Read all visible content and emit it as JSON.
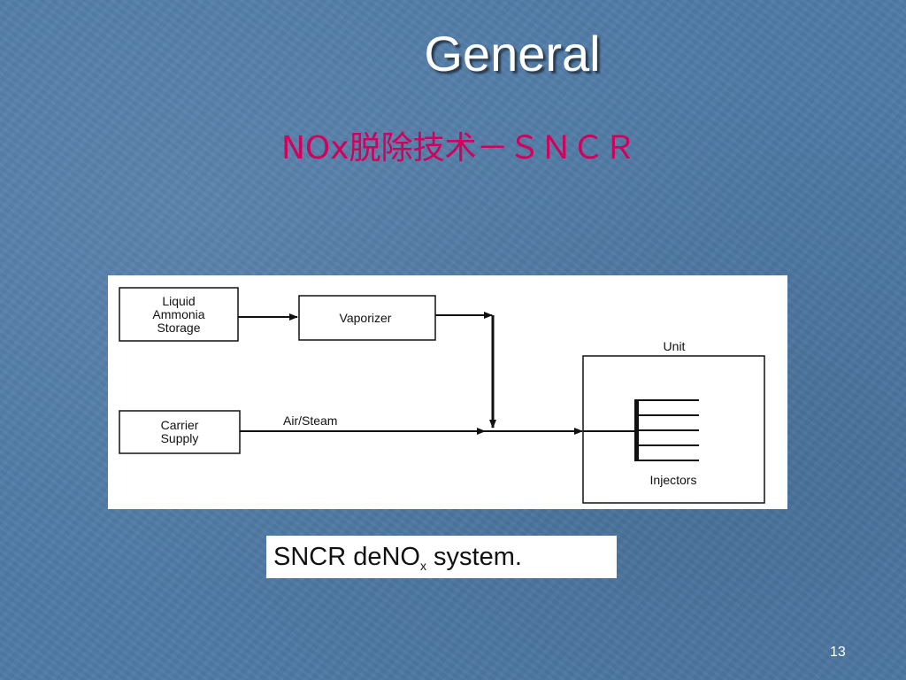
{
  "slide": {
    "title": "General",
    "subtitle": "NOx脱除技术－ＳＮＣＲ",
    "page_number": "13"
  },
  "diagram": {
    "nodes": {
      "liquid_ammonia_storage": [
        "Liquid",
        "Ammonia",
        "Storage"
      ],
      "vaporizer": "Vaporizer",
      "carrier_supply": [
        "Carrier",
        "Supply"
      ],
      "unit": "Unit",
      "injectors": "Injectors"
    },
    "edge_labels": {
      "air_steam": "Air/Steam"
    }
  },
  "caption": {
    "text_before_sub": "SNCR deNO",
    "subscript": "x",
    "text_after_sub": " system."
  },
  "colors": {
    "background": "#4f7aa6",
    "title": "#ffffff",
    "subtitle": "#d0005b"
  }
}
